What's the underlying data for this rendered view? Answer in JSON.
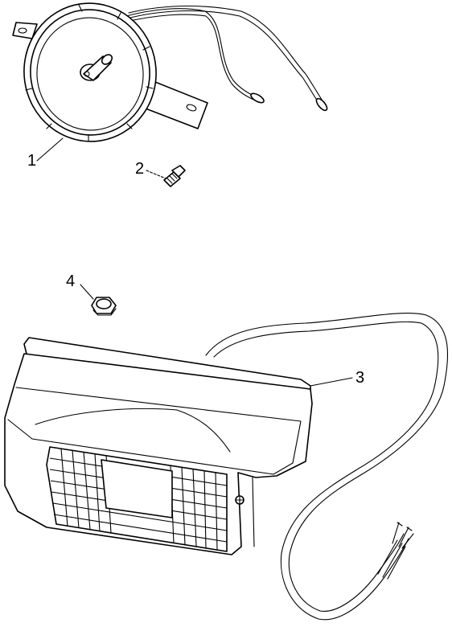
{
  "parts": [
    {
      "id": "horn",
      "callout": "1"
    },
    {
      "id": "screw",
      "callout": "2"
    },
    {
      "id": "tail-light",
      "callout": "3"
    },
    {
      "id": "nut",
      "callout": "4"
    }
  ]
}
